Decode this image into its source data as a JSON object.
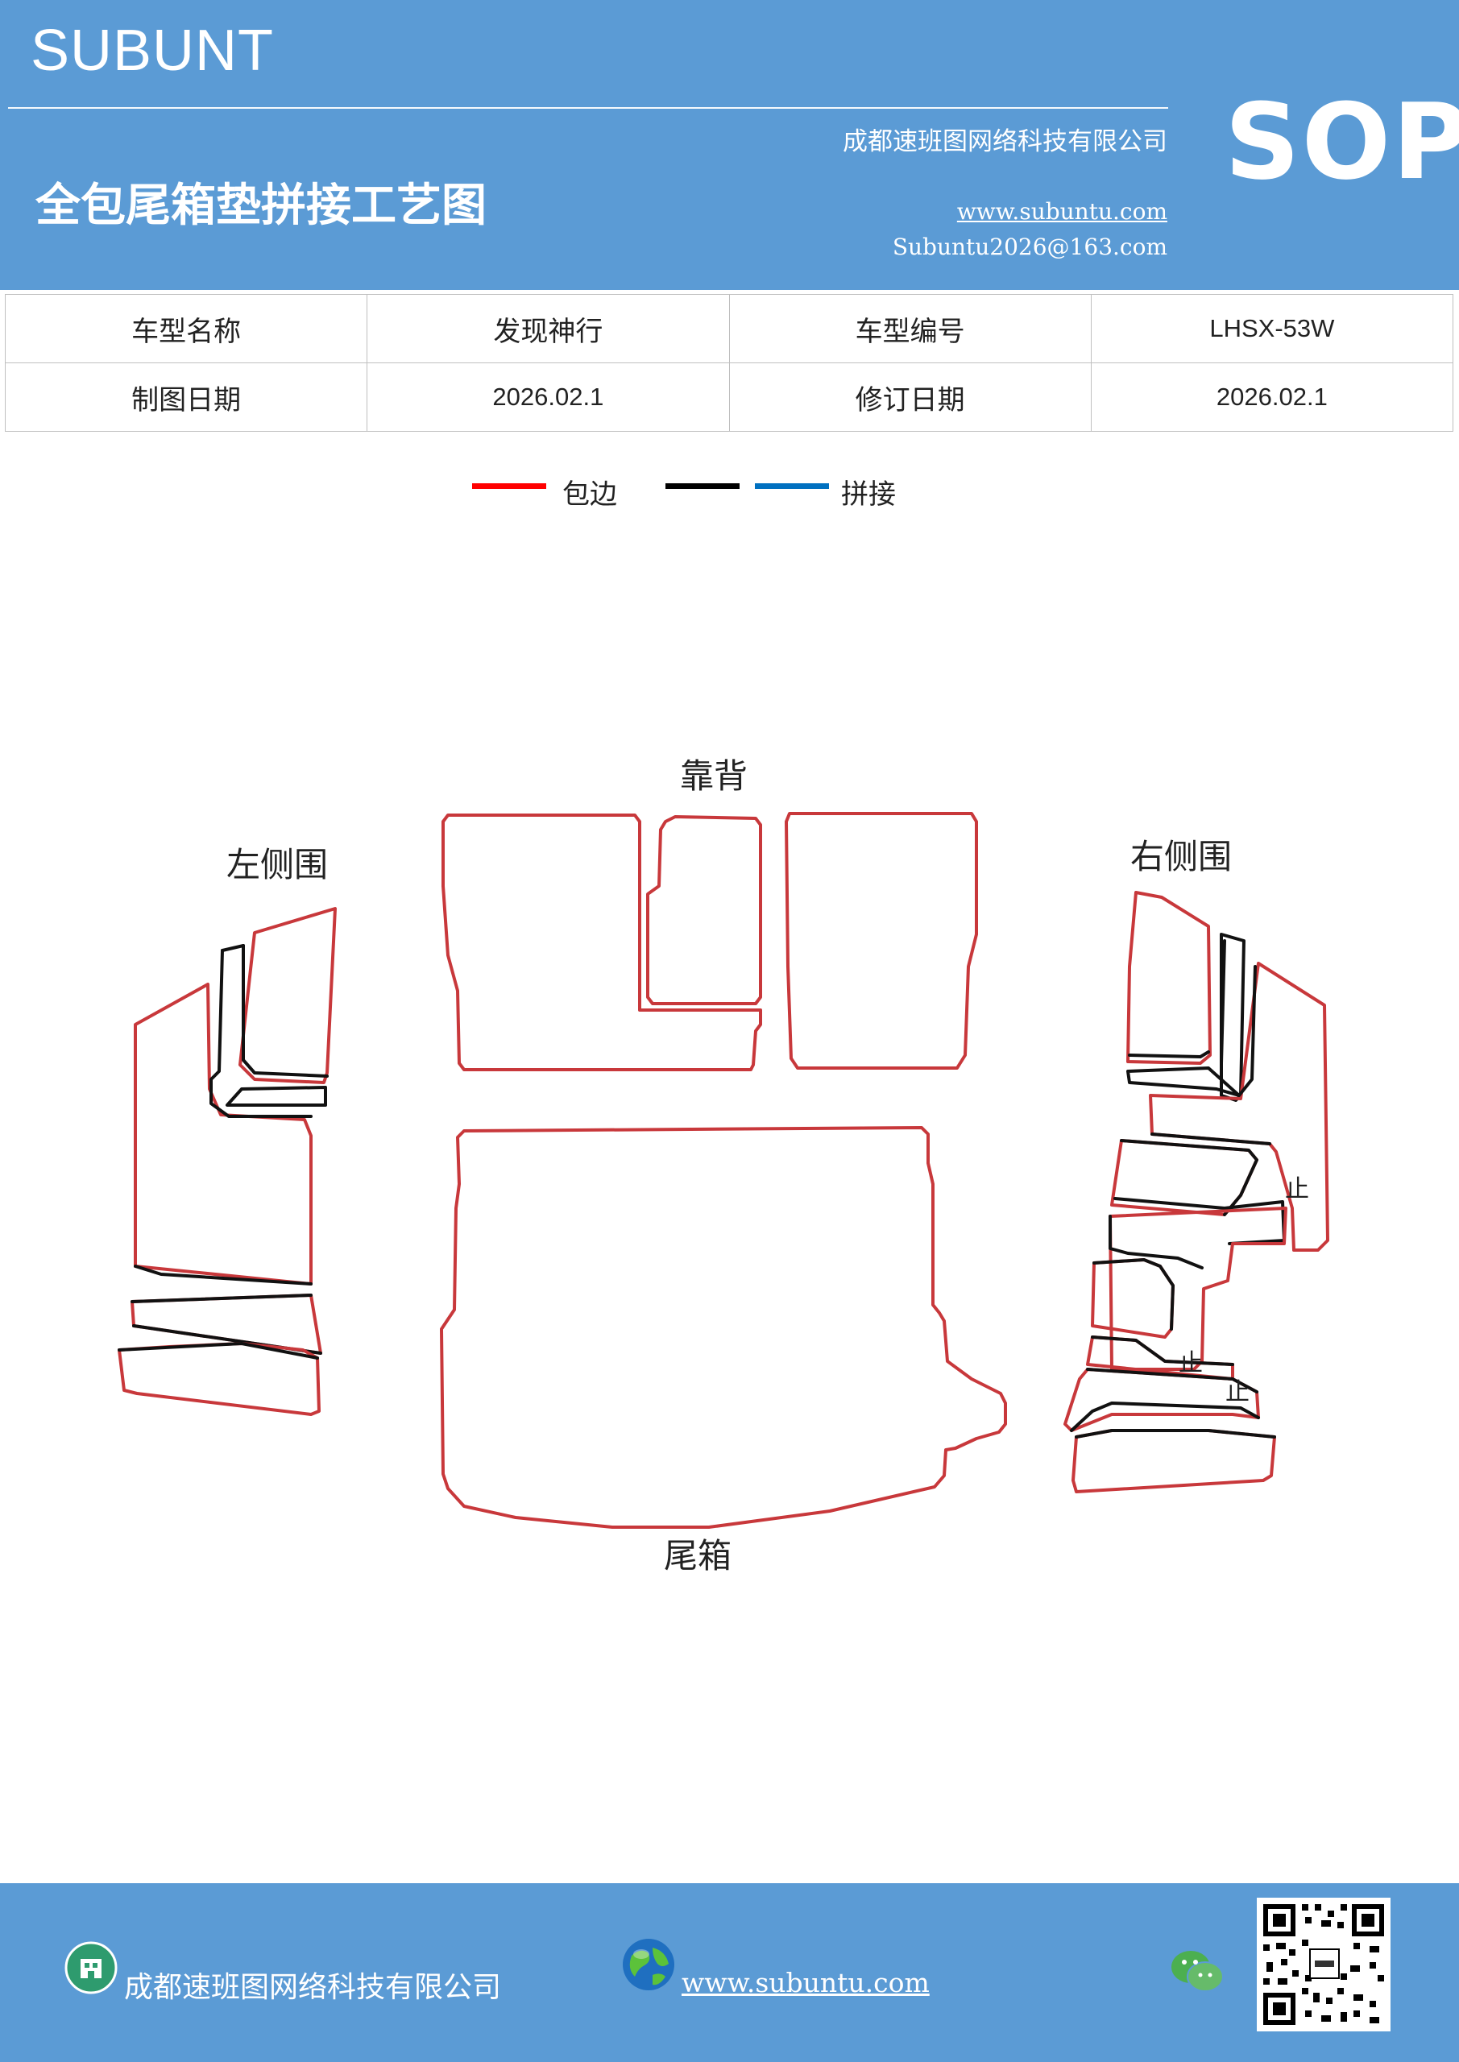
{
  "header": {
    "brand": "SUBUNT",
    "company": "成都速班图网络科技有限公司",
    "title": "全包尾箱垫拼接工艺图",
    "website": "www.subuntu.com",
    "email": "Subuntu2026@163.com",
    "sop": "SOP"
  },
  "info": {
    "model_name_label": "车型名称",
    "model_name": "发现神行",
    "model_code_label": "车型编号",
    "model_code": "LHSX-53W",
    "draw_date_label": "制图日期",
    "draw_date": "2026.02.1",
    "revise_date_label": "修订日期",
    "revise_date": "2026.02.1"
  },
  "legend": {
    "edge_label": "包边",
    "edge_color": "#ff0000",
    "splice_label": "拼接",
    "splice_color_black": "#000000",
    "splice_color_blue": "#0070c0"
  },
  "diagram": {
    "backrest_label": "靠背",
    "left_side_label": "左侧围",
    "right_side_label": "右侧围",
    "trunk_label": "尾箱",
    "stop_marks": [
      "止",
      "止",
      "止"
    ],
    "outline_color": "#c8383b"
  },
  "footer": {
    "company": "成都速班图网络科技有限公司",
    "website": "www.subuntu.com",
    "icons": [
      "building-icon",
      "globe-icon",
      "wechat-icon",
      "qr-code"
    ]
  }
}
